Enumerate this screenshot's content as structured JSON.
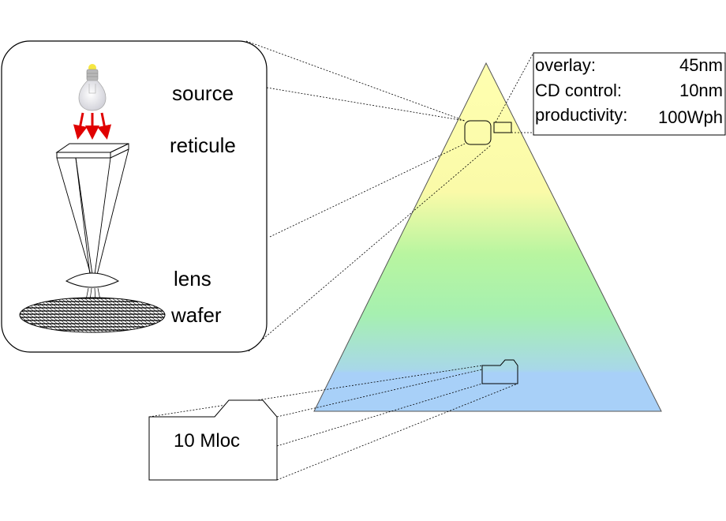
{
  "detail_panel": {
    "labels": {
      "source": "source",
      "reticule": "reticule",
      "lens": "lens",
      "wafer": "wafer"
    }
  },
  "specs": {
    "rows": [
      {
        "label": "overlay:",
        "value": "45nm"
      },
      {
        "label": "CD control:",
        "value": "10nm"
      },
      {
        "label": "productivity:",
        "value": "100Wph"
      }
    ]
  },
  "software": {
    "label": "10 Mloc"
  },
  "colors": {
    "pyramid_top": "#ffffb0",
    "pyramid_middle": "#a8f5a8",
    "pyramid_bottom": "#a8d0f8",
    "arrow": "#e00000",
    "bulb_glow": "#f5e642",
    "guide_line": "#000000"
  },
  "icons": {
    "source": "light-bulb-icon",
    "rays": "red-arrow-icon"
  }
}
